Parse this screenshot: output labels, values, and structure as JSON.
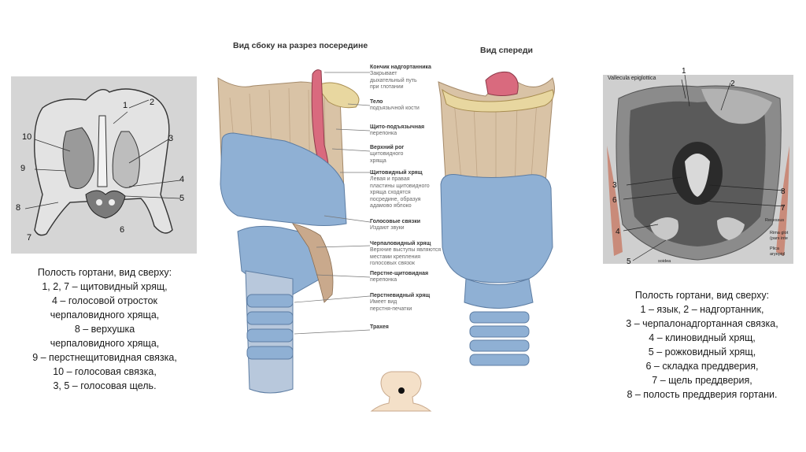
{
  "left_caption": [
    "Полость гортани, вид сверху:",
    "1, 2, 7 – щитовидный хрящ,",
    "4 – голосовой отросток",
    "черпаловидного хряща,",
    "8 – верхушка",
    "черпаловидного хряща,",
    "9 – перстнещитовидная связка,",
    "10 – голосовая связка,",
    "3, 5 – голосовая щель."
  ],
  "right_caption": [
    "Полость гортани, вид сверху:",
    "1 – язык,  2 – надгортанник,",
    "3 – черпалонадгортанная связка,",
    "4 – клиновидный хрящ,",
    "5 – рожковидный хрящ,",
    "6 – складка преддверия,",
    "7 – щель преддверия,",
    "8 – полость преддверия гортани."
  ],
  "left_figure": {
    "numbers": [
      "1",
      "2",
      "3",
      "4",
      "5",
      "6",
      "7",
      "8",
      "9",
      "10"
    ]
  },
  "center_figure": {
    "heading_side": "Вид сбоку на разрез посередине",
    "heading_front": "Вид спереди",
    "annotations": [
      {
        "title": "Кончик надгортанника",
        "text": [
          "Закрывает",
          "дыхательный путь",
          "при глотании"
        ]
      },
      {
        "title": "Тело",
        "text": [
          "подъязычной кости"
        ]
      },
      {
        "title": "Щито-подъязычная",
        "text": [
          "перепонка"
        ]
      },
      {
        "title": "Верхний рог",
        "text": [
          "щитовидного",
          "хряща"
        ]
      },
      {
        "title": "Щитовидный хрящ",
        "text": [
          "Левая и правая",
          "пластины щитовидного",
          "хряща сходятся",
          "посредине, образуя",
          "адамово яблоко"
        ]
      },
      {
        "title": "Голосовые связки",
        "text": [
          "Издают звуки"
        ]
      },
      {
        "title": "Черпаловидный хрящ",
        "text": [
          "Верхние выступы являются",
          "местами крепления",
          "голосовых связок"
        ]
      },
      {
        "title": "Перстне-щитовидная",
        "text": [
          "перепонка"
        ]
      },
      {
        "title": "Перстневидный хрящ",
        "text": [
          "Имеет вид",
          "перстня-печатки"
        ]
      },
      {
        "title": "Трахея",
        "text": []
      }
    ]
  },
  "right_figure": {
    "label_top": "Vallecula epiglottica",
    "numbers": [
      "1",
      "2",
      "3",
      "4",
      "5",
      "6",
      "7",
      "8"
    ],
    "side_labels": [
      "Recessus",
      "Rima glot",
      "(pars inte",
      "Plica",
      "aryepigl",
      "soidea"
    ]
  },
  "colors": {
    "background": "#ffffff",
    "cartilage_blue": "#8fb0d4",
    "thyroid_tan": "#d9c3a6",
    "epiglottis_pink": "#d96a7e",
    "hyoid_yellow": "#e8d7a0",
    "sketch_gray": "#d6d6d6"
  }
}
